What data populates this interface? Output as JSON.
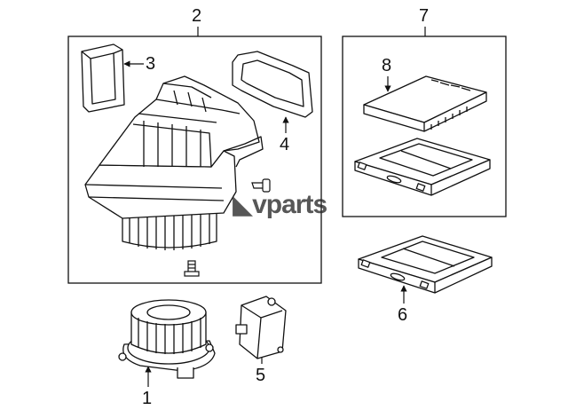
{
  "callouts": {
    "c1": "1",
    "c2": "2",
    "c3": "3",
    "c4": "4",
    "c5": "5",
    "c6": "6",
    "c7": "7",
    "c8": "8"
  },
  "watermark": {
    "logo_icon": "v-logo-icon",
    "text": "vparts"
  },
  "colors": {
    "line": "#111111",
    "background": "#ffffff"
  }
}
